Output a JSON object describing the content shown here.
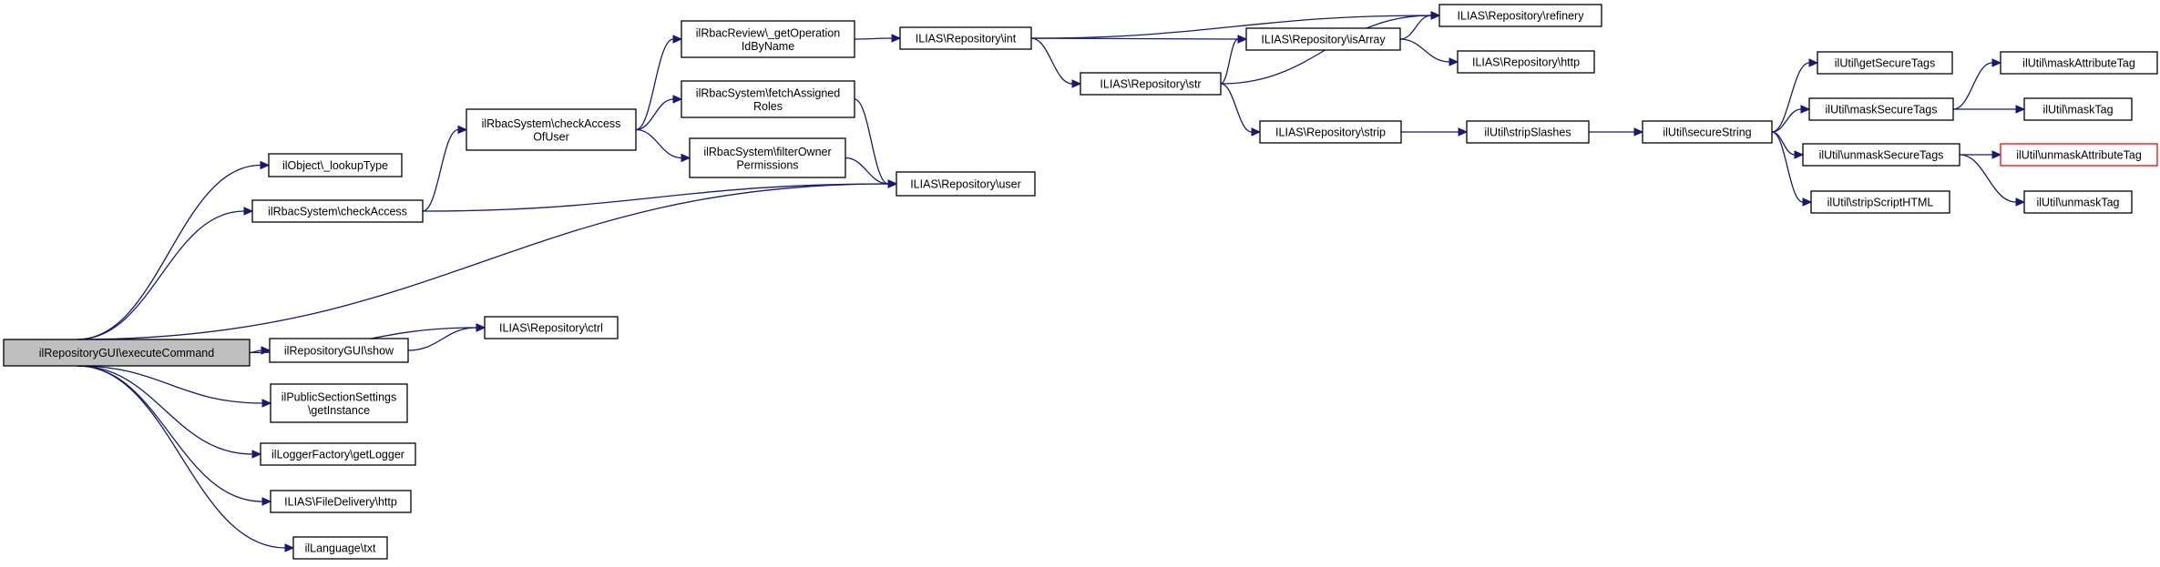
{
  "nodes": [
    {
      "id": "root",
      "lines": [
        "ilRepositoryGUI\\executeCommand"
      ]
    },
    {
      "id": "lookupType",
      "lines": [
        "ilObject\\_lookupType"
      ]
    },
    {
      "id": "checkAccess",
      "lines": [
        "ilRbacSystem\\checkAccess"
      ]
    },
    {
      "id": "checkAccessOfUser",
      "lines": [
        "ilRbacSystem\\checkAccess",
        "OfUser"
      ]
    },
    {
      "id": "getOperationIdByName",
      "lines": [
        "ilRbacReview\\_getOperation",
        "IdByName"
      ]
    },
    {
      "id": "fetchAssignedRoles",
      "lines": [
        "ilRbacSystem\\fetchAssigned",
        "Roles"
      ]
    },
    {
      "id": "filterOwnerPermissions",
      "lines": [
        "ilRbacSystem\\filterOwner",
        "Permissions"
      ]
    },
    {
      "id": "repoInt",
      "lines": [
        "ILIAS\\Repository\\int"
      ]
    },
    {
      "id": "repoStr",
      "lines": [
        "ILIAS\\Repository\\str"
      ]
    },
    {
      "id": "repoIsArray",
      "lines": [
        "ILIAS\\Repository\\isArray"
      ]
    },
    {
      "id": "repoRefinery",
      "lines": [
        "ILIAS\\Repository\\refinery"
      ]
    },
    {
      "id": "repoHttp",
      "lines": [
        "ILIAS\\Repository\\http"
      ]
    },
    {
      "id": "repoStrip",
      "lines": [
        "ILIAS\\Repository\\strip"
      ]
    },
    {
      "id": "repoUser",
      "lines": [
        "ILIAS\\Repository\\user"
      ]
    },
    {
      "id": "repoCtrl",
      "lines": [
        "ILIAS\\Repository\\ctrl"
      ]
    },
    {
      "id": "repoShow",
      "lines": [
        "ilRepositoryGUI\\show"
      ]
    },
    {
      "id": "publicSection",
      "lines": [
        "ilPublicSectionSettings",
        "\\getInstance"
      ]
    },
    {
      "id": "getLogger",
      "lines": [
        "ilLoggerFactory\\getLogger"
      ]
    },
    {
      "id": "fileDeliveryHttp",
      "lines": [
        "ILIAS\\FileDelivery\\http"
      ]
    },
    {
      "id": "languageTxt",
      "lines": [
        "ilLanguage\\txt"
      ]
    },
    {
      "id": "stripSlashes",
      "lines": [
        "ilUtil\\stripSlashes"
      ]
    },
    {
      "id": "secureString",
      "lines": [
        "ilUtil\\secureString"
      ]
    },
    {
      "id": "getSecureTags",
      "lines": [
        "ilUtil\\getSecureTags"
      ]
    },
    {
      "id": "maskSecureTags",
      "lines": [
        "ilUtil\\maskSecureTags"
      ]
    },
    {
      "id": "unmaskSecureTags",
      "lines": [
        "ilUtil\\unmaskSecureTags"
      ]
    },
    {
      "id": "stripScriptHTML",
      "lines": [
        "ilUtil\\stripScriptHTML"
      ]
    },
    {
      "id": "maskAttributeTag",
      "lines": [
        "ilUtil\\maskAttributeTag"
      ]
    },
    {
      "id": "maskTag",
      "lines": [
        "ilUtil\\maskTag"
      ]
    },
    {
      "id": "unmaskAttributeTag",
      "lines": [
        "ilUtil\\unmaskAttributeTag"
      ]
    },
    {
      "id": "unmaskTag",
      "lines": [
        "ilUtil\\unmaskTag"
      ]
    }
  ],
  "edges": [
    [
      "root",
      "lookupType"
    ],
    [
      "root",
      "checkAccess"
    ],
    [
      "root",
      "repoUser"
    ],
    [
      "root",
      "repoCtrl"
    ],
    [
      "root",
      "repoShow"
    ],
    [
      "root",
      "publicSection"
    ],
    [
      "root",
      "getLogger"
    ],
    [
      "root",
      "fileDeliveryHttp"
    ],
    [
      "root",
      "languageTxt"
    ],
    [
      "checkAccess",
      "checkAccessOfUser"
    ],
    [
      "checkAccess",
      "repoUser"
    ],
    [
      "checkAccessOfUser",
      "getOperationIdByName"
    ],
    [
      "checkAccessOfUser",
      "fetchAssignedRoles"
    ],
    [
      "checkAccessOfUser",
      "filterOwnerPermissions"
    ],
    [
      "getOperationIdByName",
      "repoInt"
    ],
    [
      "fetchAssignedRoles",
      "repoUser"
    ],
    [
      "filterOwnerPermissions",
      "repoUser"
    ],
    [
      "repoInt",
      "repoRefinery"
    ],
    [
      "repoInt",
      "repoIsArray"
    ],
    [
      "repoInt",
      "repoStr"
    ],
    [
      "repoStr",
      "repoIsArray"
    ],
    [
      "repoStr",
      "repoRefinery"
    ],
    [
      "repoStr",
      "repoStrip"
    ],
    [
      "repoIsArray",
      "repoRefinery"
    ],
    [
      "repoIsArray",
      "repoHttp"
    ],
    [
      "repoShow",
      "repoCtrl"
    ],
    [
      "repoStrip",
      "stripSlashes"
    ],
    [
      "stripSlashes",
      "secureString"
    ],
    [
      "secureString",
      "getSecureTags"
    ],
    [
      "secureString",
      "maskSecureTags"
    ],
    [
      "secureString",
      "unmaskSecureTags"
    ],
    [
      "secureString",
      "stripScriptHTML"
    ],
    [
      "maskSecureTags",
      "maskAttributeTag"
    ],
    [
      "maskSecureTags",
      "maskTag"
    ],
    [
      "unmaskSecureTags",
      "unmaskAttributeTag"
    ],
    [
      "unmaskSecureTags",
      "unmaskTag"
    ]
  ],
  "colors": {
    "edge": "#191970",
    "root_fill": "#bfbfbf",
    "highlight_border": "#ff0000"
  }
}
